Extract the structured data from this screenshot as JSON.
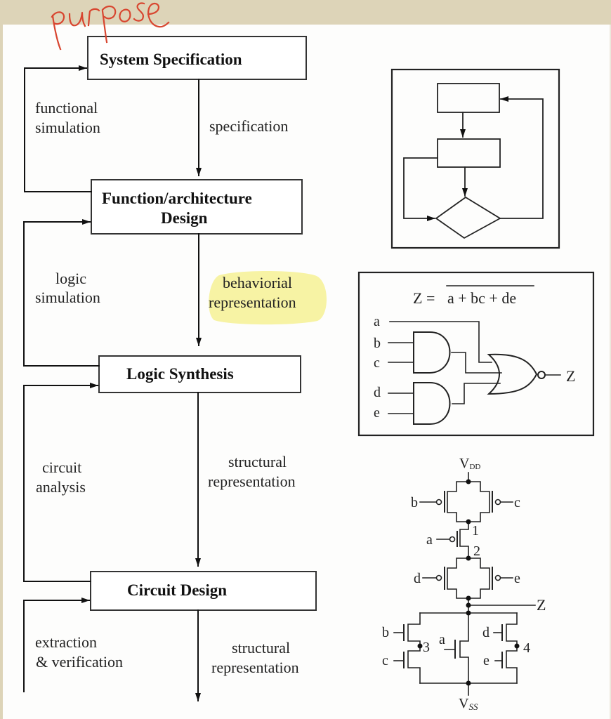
{
  "annotation": {
    "handwritten_note": "purpose",
    "note_color": "#d8452f",
    "highlight_color": "#f6f29a"
  },
  "flow": {
    "boxes": [
      {
        "id": "system-specification",
        "label": "System Specification"
      },
      {
        "id": "function-architecture-design",
        "label_line1": "Function/architecture",
        "label_line2": "Design"
      },
      {
        "id": "logic-synthesis",
        "label": "Logic  Synthesis"
      },
      {
        "id": "circuit-design",
        "label": "Circuit  Design"
      }
    ],
    "down_labels": [
      {
        "line1": "specification"
      },
      {
        "line1": "behaviorial",
        "line2": "representation",
        "highlighted": true
      },
      {
        "line1": "structural",
        "line2": "representation"
      },
      {
        "line1": "structural",
        "line2": "representation"
      }
    ],
    "feedback_labels": [
      {
        "line1": "functional",
        "line2": "simulation"
      },
      {
        "line1": "logic",
        "line2": "simulation"
      },
      {
        "line1": "circuit",
        "line2": "analysis"
      },
      {
        "line1": "extraction",
        "line2": "& verification"
      }
    ]
  },
  "gate_diagram": {
    "equation_lhs": "Z = ",
    "equation_rhs": "a + bc + de",
    "inputs": [
      "a",
      "b",
      "c",
      "d",
      "e"
    ],
    "output": "Z"
  },
  "transistor_diagram": {
    "vdd": "V",
    "vdd_sub": "DD",
    "vss": "V",
    "vss_sub": "SS",
    "output": "Z",
    "pmos_gates": [
      "b",
      "c",
      "a",
      "d",
      "e"
    ],
    "nmos_gates": [
      "b",
      "c",
      "a",
      "d",
      "e"
    ],
    "nodes": [
      "1",
      "2",
      "3",
      "4"
    ]
  }
}
